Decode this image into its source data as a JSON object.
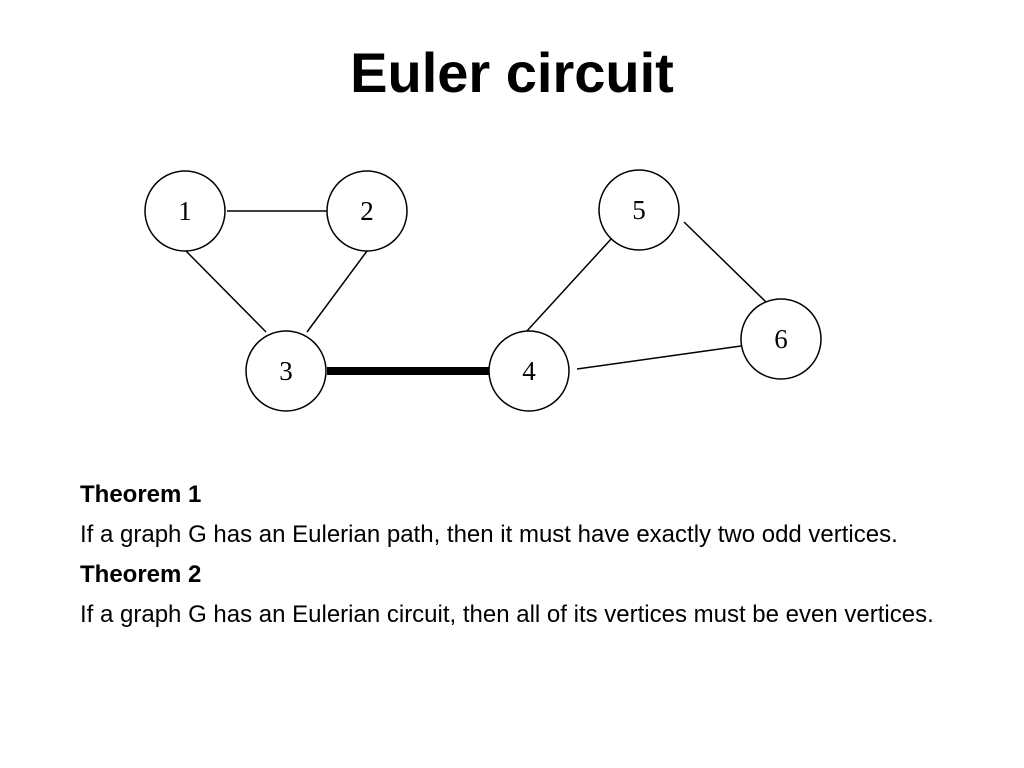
{
  "title": "Euler circuit",
  "graph": {
    "nodes": [
      {
        "id": "1",
        "label": "1"
      },
      {
        "id": "2",
        "label": "2"
      },
      {
        "id": "3",
        "label": "3"
      },
      {
        "id": "4",
        "label": "4"
      },
      {
        "id": "5",
        "label": "5"
      },
      {
        "id": "6",
        "label": "6"
      }
    ],
    "edges": [
      {
        "from": "1",
        "to": "2",
        "emphasis": false
      },
      {
        "from": "1",
        "to": "3",
        "emphasis": false
      },
      {
        "from": "2",
        "to": "3",
        "emphasis": false
      },
      {
        "from": "3",
        "to": "4",
        "emphasis": true
      },
      {
        "from": "4",
        "to": "5",
        "emphasis": false
      },
      {
        "from": "5",
        "to": "6",
        "emphasis": false
      },
      {
        "from": "4",
        "to": "6",
        "emphasis": false
      }
    ]
  },
  "theorems": [
    {
      "heading": "Theorem 1",
      "text": "If a graph G has an Eulerian path, then it must have exactly two odd vertices."
    },
    {
      "heading": "Theorem 2",
      "text": "If a graph G has an Eulerian circuit, then all of its vertices must be even vertices."
    }
  ]
}
